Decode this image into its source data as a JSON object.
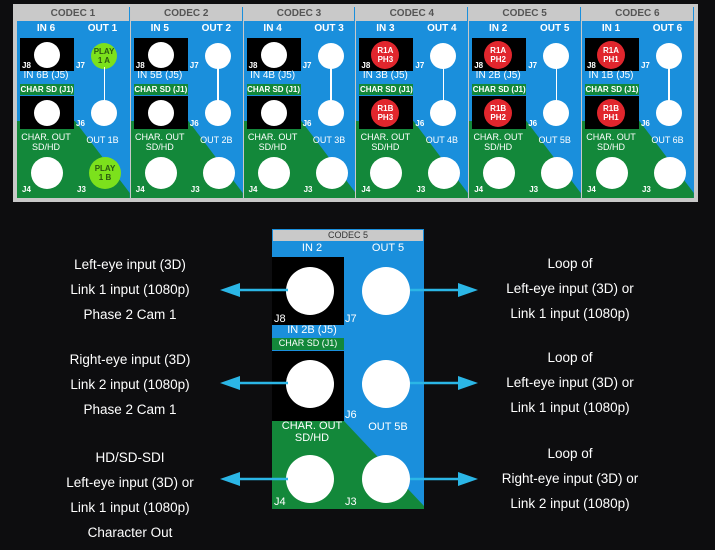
{
  "overview": {
    "codecs": [
      {
        "title": "CODEC 1",
        "in_label": "IN 6",
        "out_label": "OUT 1",
        "in_b_label": "IN 6B (J5)",
        "char_sd": "CHAR SD (J1)",
        "char_out": [
          "CHAR. OUT",
          "SD/HD"
        ],
        "out_b_label": "OUT 1B",
        "in_a_tag": null,
        "in_b_tag": null,
        "out_a_tag": [
          "PLAY",
          "1 A"
        ],
        "out_b_tag": [
          "PLAY",
          "1 B"
        ]
      },
      {
        "title": "CODEC 2",
        "in_label": "IN 5",
        "out_label": "OUT 2",
        "in_b_label": "IN 5B (J5)",
        "char_sd": "CHAR SD (J1)",
        "char_out": [
          "CHAR. OUT",
          "SD/HD"
        ],
        "out_b_label": "OUT 2B",
        "in_a_tag": null,
        "in_b_tag": null,
        "out_a_tag": null,
        "out_b_tag": null
      },
      {
        "title": "CODEC 3",
        "in_label": "IN 4",
        "out_label": "OUT 3",
        "in_b_label": "IN 4B (J5)",
        "char_sd": "CHAR SD (J1)",
        "char_out": [
          "CHAR. OUT",
          "SD/HD"
        ],
        "out_b_label": "OUT 3B",
        "in_a_tag": null,
        "in_b_tag": null,
        "out_a_tag": null,
        "out_b_tag": null
      },
      {
        "title": "CODEC 4",
        "in_label": "IN 3",
        "out_label": "OUT 4",
        "in_b_label": "IN 3B (J5)",
        "char_sd": "CHAR SD (J1)",
        "char_out": [
          "CHAR. OUT",
          "SD/HD"
        ],
        "out_b_label": "OUT 4B",
        "in_a_tag": [
          "R1A",
          "PH3"
        ],
        "in_b_tag": [
          "R1B",
          "PH3"
        ],
        "out_a_tag": null,
        "out_b_tag": null
      },
      {
        "title": "CODEC 5",
        "in_label": "IN 2",
        "out_label": "OUT 5",
        "in_b_label": "IN 2B (J5)",
        "char_sd": "CHAR SD (J1)",
        "char_out": [
          "CHAR. OUT",
          "SD/HD"
        ],
        "out_b_label": "OUT 5B",
        "in_a_tag": [
          "R1A",
          "PH2"
        ],
        "in_b_tag": [
          "R1B",
          "PH2"
        ],
        "out_a_tag": null,
        "out_b_tag": null
      },
      {
        "title": "CODEC 6",
        "in_label": "IN 1",
        "out_label": "OUT 6",
        "in_b_label": "IN 1B (J5)",
        "char_sd": "CHAR SD (J1)",
        "char_out": [
          "CHAR. OUT",
          "SD/HD"
        ],
        "out_b_label": "OUT 6B",
        "in_a_tag": [
          "R1A",
          "PH1"
        ],
        "in_b_tag": [
          "R1B",
          "PH1"
        ],
        "out_a_tag": null,
        "out_b_tag": null
      }
    ],
    "jacks": {
      "j8": "J8",
      "j7": "J7",
      "j6": "J6",
      "j4": "J4",
      "j3": "J3"
    }
  },
  "detail": {
    "title": "CODEC 5",
    "in_label": "IN 2",
    "out_label": "OUT 5",
    "in_b_label": "IN 2B (J5)",
    "char_sd": "CHAR SD (J1)",
    "char_out_1": "CHAR. OUT",
    "char_out_2": "SD/HD",
    "out_b_label": "OUT 5B",
    "jacks": {
      "j8": "J8",
      "j7": "J7",
      "j6": "J6",
      "j4": "J4",
      "j3": "J3"
    }
  },
  "annotations": {
    "left": [
      [
        "Left-eye input (3D)",
        "Link 1 input (1080p)",
        "Phase 2 Cam 1"
      ],
      [
        "Right-eye input (3D)",
        "Link 2 input (1080p)",
        "Phase 2 Cam 1"
      ],
      [
        "HD/SD-SDI",
        "Left-eye input (3D) or",
        "Link 1 input (1080p)",
        "Character Out"
      ]
    ],
    "right": [
      [
        "Loop of",
        "Left-eye input (3D) or",
        "Link 1 input (1080p)"
      ],
      [
        "Loop of",
        "Left-eye input (3D) or",
        "Link 1 input (1080p)"
      ],
      [
        "Loop of",
        "Right-eye input (3D) or",
        "Link 2 input (1080p)"
      ]
    ]
  },
  "colors": {
    "panel_blue": "#1a8fdc",
    "panel_green": "#13883a",
    "header_gray": "#c9c9c9",
    "arrow_cyan": "#2bb6e6",
    "tag_red": "#e1262d",
    "tag_lime": "#7ce11c"
  }
}
